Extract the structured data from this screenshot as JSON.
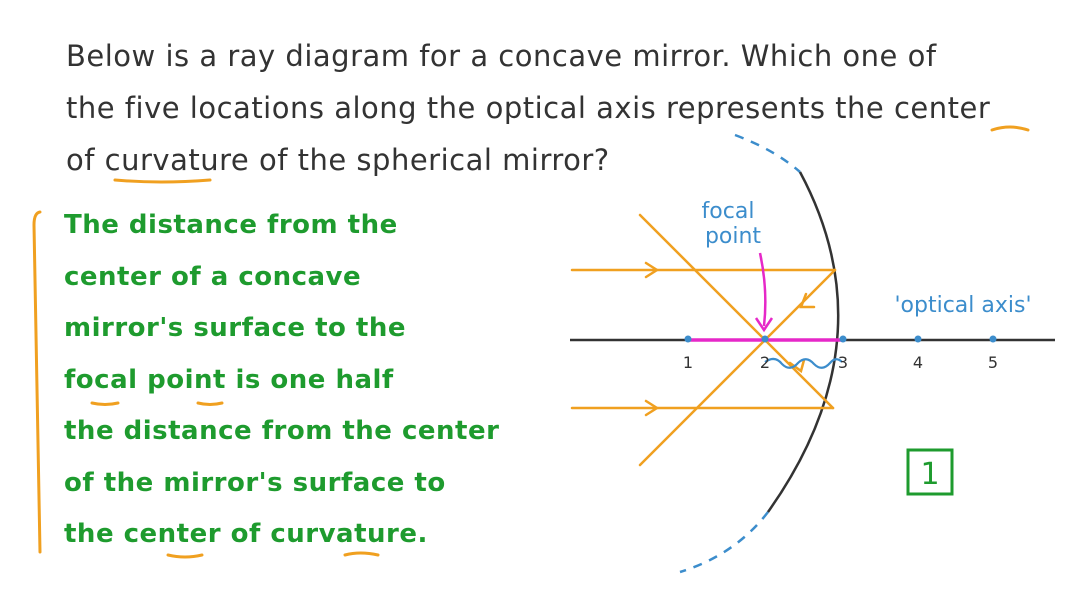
{
  "question": {
    "lines": [
      "Below is a ray diagram for a concave mirror. Which one of",
      "the five locations along the optical axis represents the center",
      "of curvature of the spherical mirror?"
    ]
  },
  "explanation": {
    "lines": [
      "The distance from the",
      "center of a concave",
      "mirror's surface to the",
      "focal point is one half",
      "the distance from the center",
      "of the mirror's surface to",
      "the center of curvature."
    ]
  },
  "diagram": {
    "focal_point_label": [
      "focal",
      "point"
    ],
    "optical_axis_label": "'optical axis'",
    "points": [
      "1",
      "2",
      "3",
      "4",
      "5"
    ],
    "answer_box": "1"
  },
  "colors": {
    "question_text": "#333333",
    "explanation_text": "#1e9b2e",
    "rays": "#f0a020",
    "highlight": "#e628c8",
    "annotation": "#3c8dcc",
    "mirror": "#333333"
  }
}
